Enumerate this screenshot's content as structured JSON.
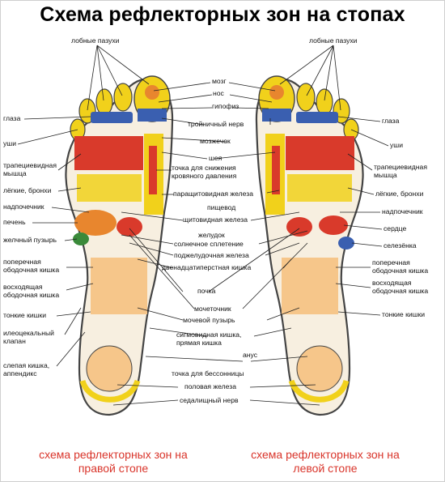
{
  "title": "Схема рефлекторных зон на стопах",
  "captions": {
    "right_foot": "схема рефлекторных зон на правой стопе",
    "left_foot": "схема рефлекторных зон на левой стопе"
  },
  "colors": {
    "caption": "#d9352b",
    "foot_outline": "#444444",
    "yellow": "#f1d11b",
    "red": "#d93a2b",
    "blue": "#3a5fb0",
    "orange": "#e8862e",
    "intestine": "#f6c68a",
    "skin": "#f7efe0"
  },
  "labels": {
    "center": {
      "mozg": "мозг",
      "nos": "нос",
      "gipofiz": "гипофиз",
      "troynichny": "тройничный нерв",
      "mozzhechok": "мозжечок",
      "sheya": "шея",
      "tochka_davleniya_1": "точка для снижения",
      "tochka_davleniya_2": "кровяного давления",
      "parashitovidnaya": "паращитовидная железа",
      "pishchevod": "пищевод",
      "shitovidnaya": "щитовидная железа",
      "zheludok": "желудок",
      "solnechnoe": "солнечное сплетение",
      "podzheludochnaya": "поджелудочная железа",
      "dvenadtsatiperstnaya": "двенадцатиперстная кишка",
      "pochka": "почка",
      "mochetochnik": "мочеточник",
      "mochevoy": "мочевой пузырь",
      "sigmovidnaya_1": "сигмовидная кишка,",
      "sigmovidnaya_2": "прямая кишка",
      "anus": "анус",
      "bessonnitsa": "точка для бессонницы",
      "polovaya": "половая железа",
      "sedalishchny": "седалищный нерв"
    },
    "left_side": {
      "lobnye": "лобные пазухи",
      "glaza": "глаза",
      "ushi": "уши",
      "trapets_1": "трапециевидная",
      "trapets_2": "мышца",
      "legkie": "лёгкие, бронхи",
      "nadpochechnik": "надпочечник",
      "pechen": "печень",
      "zhelchny": "желчный пузырь",
      "poperechnaya_1": "поперечная",
      "poperechnaya_2": "ободочная кишка",
      "voskhodyashchaya_1": "восходящая",
      "voskhodyashchaya_2": "ободочная кишка",
      "tonkie": "тонкие кишки",
      "ileo_1": "илеоцекальный",
      "ileo_2": "клапан",
      "slepaya_1": "слепая кишка,",
      "slepaya_2": "аппендикс"
    },
    "right_side": {
      "lobnye": "лобные пазухи",
      "glaza": "глаза",
      "ushi": "уши",
      "trapets_1": "трапециевидная",
      "trapets_2": "мышца",
      "legkie": "лёгкие, бронхи",
      "nadpochechnik": "надпочечник",
      "serdtse": "сердце",
      "selezenka": "селезёнка",
      "poperechnaya_1": "поперечная",
      "poperechnaya_2": "ободочная кишка",
      "voskhodyashchaya_1": "восходящая",
      "voskhodyashchaya_2": "ободочная кишка",
      "tonkie": "тонкие кишки"
    }
  }
}
